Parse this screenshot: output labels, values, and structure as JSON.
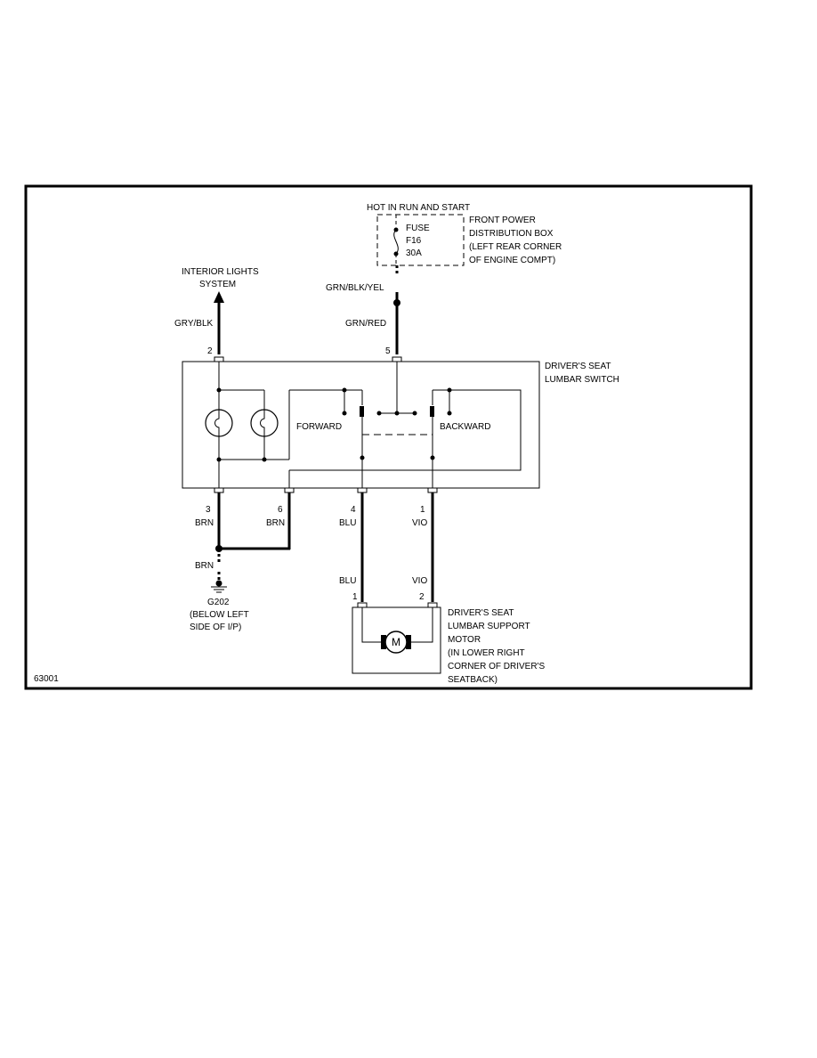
{
  "power": {
    "source_label": "HOT IN RUN AND START",
    "fuse_label": "FUSE",
    "fuse_number": "F16",
    "fuse_rating": "30A",
    "box_label_1": "FRONT POWER",
    "box_label_2": "DISTRIBUTION BOX",
    "box_label_3": "(LEFT REAR CORNER",
    "box_label_4": "OF ENGINE COMPT)",
    "wire_upper": "GRN/BLK/YEL",
    "wire_lower": "GRN/RED"
  },
  "interior": {
    "label_1": "INTERIOR LIGHTS",
    "label_2": "SYSTEM",
    "wire": "GRY/BLK"
  },
  "switch": {
    "label_1": "DRIVER'S SEAT",
    "label_2": "LUMBAR SWITCH",
    "forward": "FORWARD",
    "backward": "BACKWARD",
    "pins": [
      {
        "num": "2"
      },
      {
        "num": "5"
      },
      {
        "num": "3",
        "wire": "BRN"
      },
      {
        "num": "6",
        "wire": "BRN"
      },
      {
        "num": "4",
        "wire": "BLU"
      },
      {
        "num": "1",
        "wire": "VIO"
      }
    ]
  },
  "ground": {
    "wire": "BRN",
    "id": "G202",
    "label_1": "(BELOW LEFT",
    "label_2": "SIDE OF I/P)"
  },
  "motor": {
    "symbol": "M",
    "wire_left": "BLU",
    "wire_right": "VIO",
    "pin_left": "1",
    "pin_right": "2",
    "label_1": "DRIVER'S SEAT",
    "label_2": "LUMBAR SUPPORT",
    "label_3": "MOTOR",
    "label_4": "(IN LOWER RIGHT",
    "label_5": "CORNER OF DRIVER'S",
    "label_6": "SEATBACK)"
  },
  "figure_id": "63001"
}
